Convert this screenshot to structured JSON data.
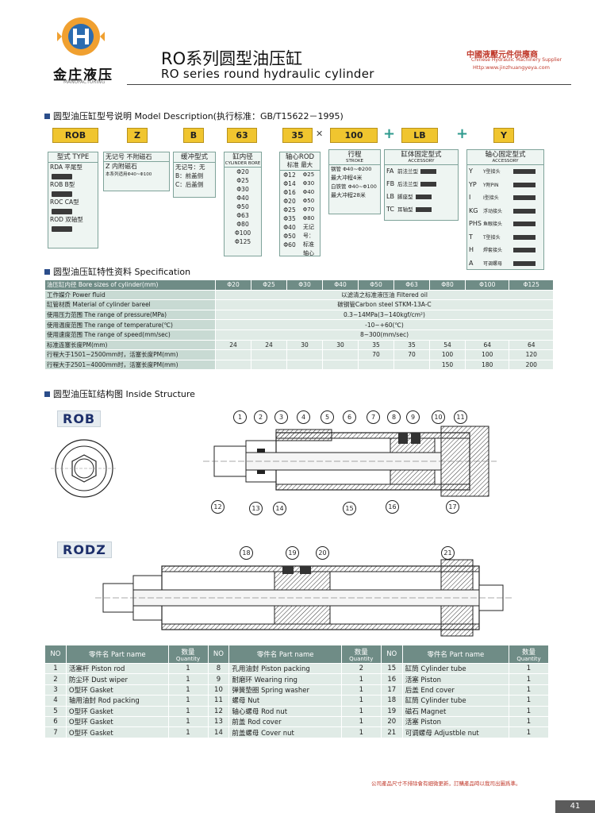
{
  "header": {
    "brand_cn": "金庄液压",
    "brand_en": "MANUFACTURING",
    "title_cn": "RO系列圆型油压缸",
    "title_en": "RO series round hydraulic cylinder",
    "supplier_cn": "中國液壓元件供應商",
    "supplier_en": "Chinese Hydraulic Machinery Supplier",
    "supplier_url": "Http:www.jinzhuangyeya.com",
    "colors": {
      "accent": "#2e9a8e",
      "code_fill": "#f0c52f",
      "red": "#c0392b"
    }
  },
  "model": {
    "heading": "圆型油压缸型号说明 Model Description(执行标准：GB/T15622－1995)",
    "codes": [
      "ROB",
      "Z",
      "B",
      "63",
      "35",
      "100",
      "LB",
      "Y"
    ],
    "sep_x": "✕",
    "sep_plus": "+",
    "type": {
      "title": "型式 TYPE",
      "rows": [
        "RDA 平尾型",
        "ROB B型",
        "ROC CA型",
        "ROD 双轴型"
      ]
    },
    "magnet": {
      "rows": [
        "无记号 不附磁石",
        "Z 内附磁石",
        "本系列适用Φ40~Φ100"
      ]
    },
    "cushion": {
      "title": "缓冲型式",
      "rows": [
        "无记号：无",
        "B：前盖侧",
        "C：后盖侧"
      ]
    },
    "bore": {
      "title": "缸内径",
      "sub": "CYLINDER BORE",
      "rows": [
        "Φ20",
        "Φ25",
        "Φ30",
        "Φ40",
        "Φ50",
        "Φ63",
        "Φ80",
        "Φ100",
        "Φ125"
      ]
    },
    "rod": {
      "title": "轴心ROD",
      "h1": "标准",
      "h2": "最大",
      "std": [
        "Φ12",
        "Φ14",
        "Φ16",
        "Φ20",
        "Φ25",
        "Φ35",
        "Φ40",
        "Φ50",
        "Φ60"
      ],
      "max": [
        "Φ25",
        "Φ30",
        "Φ40",
        "Φ50",
        "Φ70",
        "Φ80",
        "无记",
        "号：",
        "标准",
        "轴心"
      ]
    },
    "stroke": {
      "title": "行程",
      "sub": "STROKE",
      "rows": [
        "钢管 Φ40~Φ200",
        "最大冲程4米",
        "白铁管 Φ40~Φ100",
        "最大冲程28米"
      ]
    },
    "accessory": {
      "title": "缸体固定型式",
      "sub": "ACCESSORY",
      "rows": [
        [
          "FA",
          "前法兰型"
        ],
        [
          "FB",
          "后法兰型"
        ],
        [
          "LB",
          "脚座型"
        ],
        [
          "TC",
          "耳轴型"
        ]
      ]
    },
    "rod_acc": {
      "title": "轴心固定型式",
      "sub": "ACCESSORY",
      "rows": [
        [
          "Y",
          "Y型接头"
        ],
        [
          "YP",
          "Y附PIN"
        ],
        [
          "I",
          "I型接头"
        ],
        [
          "KG",
          "浮动接头"
        ],
        [
          "PHS",
          "鱼眼接头"
        ],
        [
          "T",
          "T型接头"
        ],
        [
          "H",
          "焊套接头"
        ],
        [
          "A",
          "可调螺母"
        ]
      ]
    }
  },
  "spec": {
    "heading": "圆型油压缸特性资料 Specification",
    "header_label": "油压缸内径 Bore sizes of cylinder(mm)",
    "bores": [
      "Φ20",
      "Φ25",
      "Φ30",
      "Φ40",
      "Φ50",
      "Φ63",
      "Φ80",
      "Φ100",
      "Φ125"
    ],
    "merged_rows": [
      {
        "label": "工作媒介 Power fluid",
        "value": "以滤清之标准液压油 Filtered oil"
      },
      {
        "label": "缸管材质 Material of cylinder bareel",
        "value": "碳钢管Carbon steel STKM-13A-C"
      },
      {
        "label": "使用压力范围 The range of pressure(MPa)",
        "value": "0.3~14MPa(3~140kgf/cm²)"
      },
      {
        "label": "使用温度范围 The range of temperature(℃)",
        "value": "-10~+60(℃)"
      },
      {
        "label": "使用速度范围 The range of speed(mm/sec)",
        "value": "8~300(mm/sec)"
      }
    ],
    "value_rows": [
      {
        "label": "标准连塞长度PM(mm)",
        "values": [
          "24",
          "24",
          "30",
          "30",
          "35",
          "35",
          "54",
          "64",
          "64"
        ]
      },
      {
        "label": "行程大于1501~2500mm时，活塞长度PM(mm)",
        "values": [
          "",
          "",
          "",
          "",
          "70",
          "70",
          "100",
          "100",
          "120"
        ]
      },
      {
        "label": "行程大于2501~4000mm时，活塞长度PM(mm)",
        "values": [
          "",
          "",
          "",
          "",
          "",
          "",
          "150",
          "180",
          "200"
        ]
      }
    ]
  },
  "structure": {
    "heading": "圆型油压缸结构图 Inside Structure",
    "rob_tag": "ROB",
    "rodz_tag": "RODZ",
    "rob_callouts": [
      "1",
      "2",
      "3",
      "4",
      "5",
      "6",
      "7",
      "8",
      "9",
      "10",
      "11",
      "12",
      "13",
      "14",
      "15",
      "16",
      "17"
    ],
    "rodz_callouts": [
      "18",
      "19",
      "20",
      "21"
    ]
  },
  "parts": {
    "h_no": "NO",
    "h_name": "零件名 Part name",
    "h_qty": "数量",
    "h_qty_en": "Quantity",
    "rows": [
      [
        [
          "1",
          "活塞杆 Piston rod",
          "1"
        ],
        [
          "8",
          "孔用油封 Piston packing",
          "2"
        ],
        [
          "15",
          "缸筒 Cylinder tube",
          "1"
        ]
      ],
      [
        [
          "2",
          "防尘环 Dust wiper",
          "1"
        ],
        [
          "9",
          "耐磨环 Wearing ring",
          "1"
        ],
        [
          "16",
          "活塞 Piston",
          "1"
        ]
      ],
      [
        [
          "3",
          "O型环 Gasket",
          "1"
        ],
        [
          "10",
          "弹簧垫圈 Spring washer",
          "1"
        ],
        [
          "17",
          "后盖 End cover",
          "1"
        ]
      ],
      [
        [
          "4",
          "轴用油封 Rod packing",
          "1"
        ],
        [
          "11",
          "螺母 Nut",
          "1"
        ],
        [
          "18",
          "缸筒 Cylinder tube",
          "1"
        ]
      ],
      [
        [
          "5",
          "O型环 Gasket",
          "1"
        ],
        [
          "12",
          "轴心螺母 Rod nut",
          "1"
        ],
        [
          "19",
          "磁石 Magnet",
          "1"
        ]
      ],
      [
        [
          "6",
          "O型环 Gasket",
          "1"
        ],
        [
          "13",
          "前盖 Rod cover",
          "1"
        ],
        [
          "20",
          "活塞 Piston",
          "1"
        ]
      ],
      [
        [
          "7",
          "O型环 Gasket",
          "1"
        ],
        [
          "14",
          "前盖螺母 Cover nut",
          "1"
        ],
        [
          "21",
          "可调螺母 Adjustble nut",
          "1"
        ]
      ]
    ]
  },
  "footer": {
    "note": "公司產品尺寸不排除會有細微更新，訂購產品時以我司出圖爲準。",
    "page": "41"
  }
}
